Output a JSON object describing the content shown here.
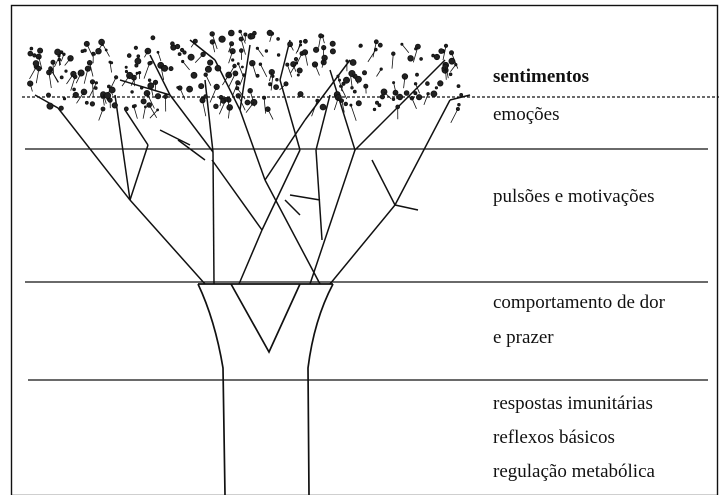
{
  "diagram": {
    "levels": [
      {
        "lines": [
          "sentimentos"
        ],
        "emphasis": "bold"
      },
      {
        "lines": [
          "emoções"
        ]
      },
      {
        "lines": [
          "pulsões e motivações"
        ]
      },
      {
        "lines": [
          "comportamento de dor",
          "e prazer"
        ]
      },
      {
        "lines": [
          "respostas imunitárias",
          "reflexos básicos",
          "regulação metabólica"
        ]
      }
    ]
  },
  "colors": {
    "background": "#ffffff",
    "ink": "#111111"
  },
  "icons": {
    "figure": "tree-of-life-regulation-icon"
  }
}
